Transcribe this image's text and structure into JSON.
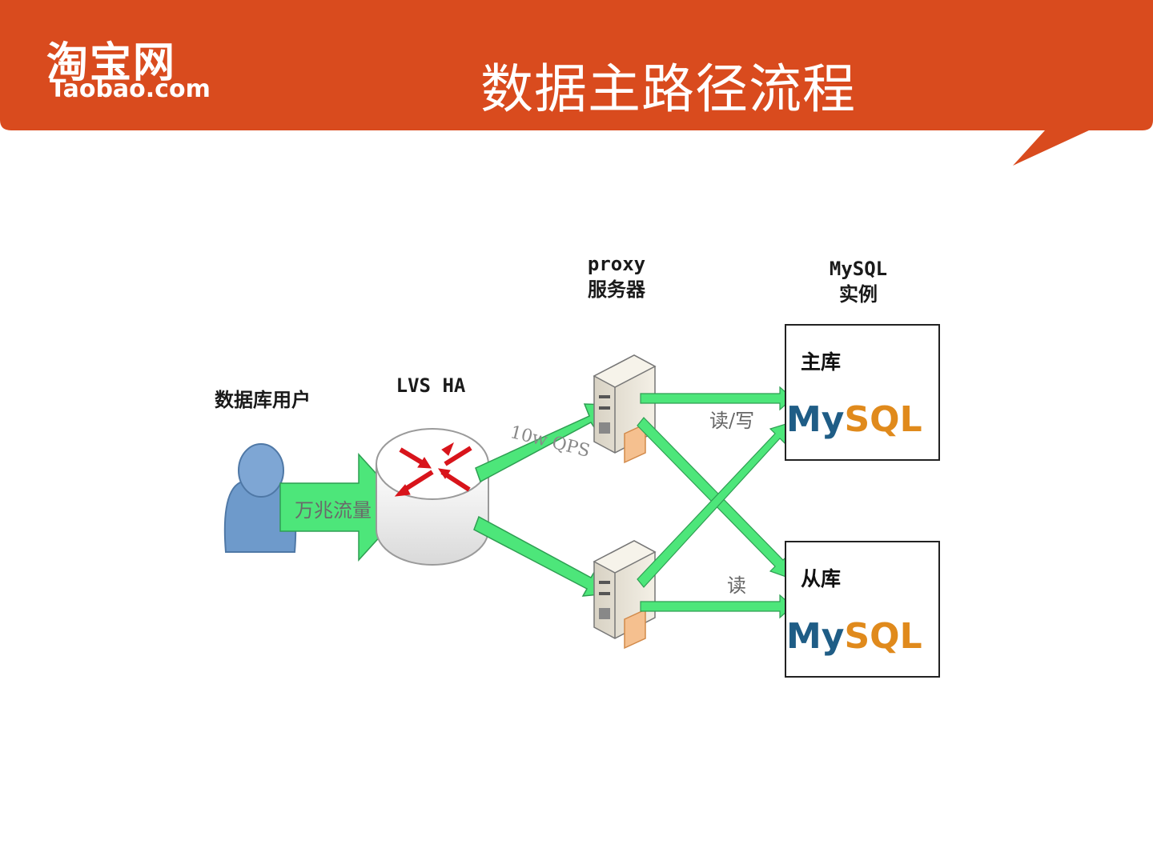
{
  "header": {
    "logo_cn": "淘宝网",
    "logo_en": "Taobao.com",
    "title": "数据主路径流程",
    "bar_color": "#D94B1E"
  },
  "diagram": {
    "nodes": {
      "user_label": "数据库用户",
      "lvs_label": "LVS HA",
      "proxy_label_line1": "proxy",
      "proxy_label_line2": "服务器",
      "mysql_label_line1": "MySQL",
      "mysql_label_line2": "实例",
      "master_label": "主库",
      "slave_label": "从库",
      "mysql_logo_my": "My",
      "mysql_logo_sql": "SQL"
    },
    "edges": {
      "user_to_lvs": "万兆流量",
      "lvs_to_proxy": "10w QPS",
      "proxy_to_master": "读/写",
      "proxy_to_slave": "读"
    },
    "colors": {
      "arrow_green": "#4DE67A",
      "arrow_stroke": "#2E9E52",
      "user_blue": "#6E9ACB",
      "router_red": "#D8141B",
      "mysql_blue": "#1F5D86",
      "mysql_orange": "#E08A1C"
    }
  }
}
